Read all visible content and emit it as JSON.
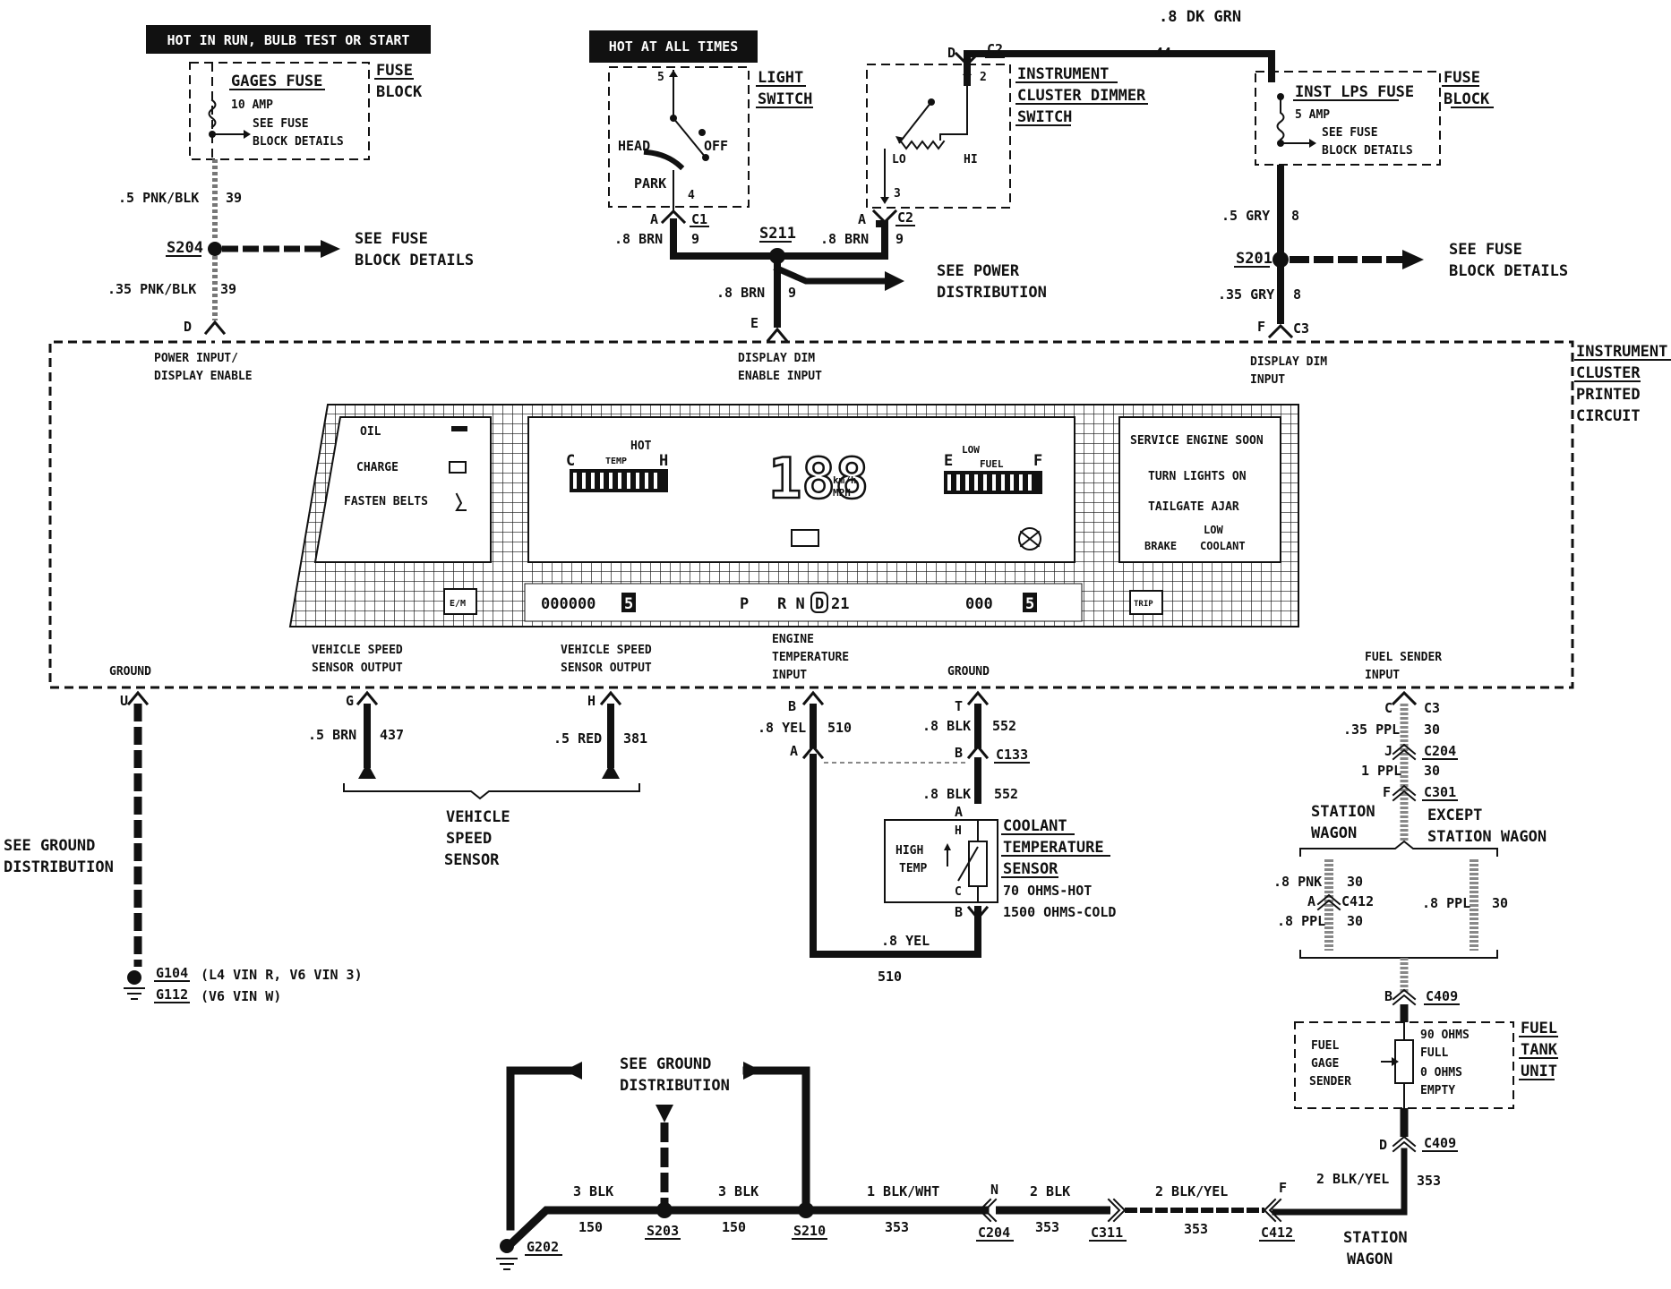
{
  "banners": {
    "hot_in_run": "HOT IN RUN, BULB TEST OR START",
    "hot_at_all_times": "HOT AT ALL TIMES"
  },
  "gages_fuse": {
    "title": "GAGES FUSE",
    "amp": "10 AMP",
    "see_fuse_1": "SEE FUSE",
    "see_fuse_2": "BLOCK DETAILS",
    "block_1": "FUSE",
    "block_2": "BLOCK",
    "wire_upper": ".5 PNK/BLK",
    "circuit_upper": "39",
    "splice": "S204",
    "wire_lower": ".35 PNK/BLK",
    "circuit_lower": "39",
    "pin": "D",
    "arrow_1": "SEE FUSE",
    "arrow_2": "BLOCK DETAILS"
  },
  "light_switch": {
    "title_1": "LIGHT",
    "title_2": "SWITCH",
    "head": "HEAD",
    "off": "OFF",
    "park": "PARK",
    "pin5": "5",
    "pin4": "4",
    "conn_pin": "A",
    "conn": "C1",
    "wire": ".8 BRN",
    "circuit": "9"
  },
  "splice_s211": {
    "name": "S211",
    "wire_down": ".8 BRN",
    "circuit_down": "9",
    "pin": "E",
    "arrow_1": "SEE POWER",
    "arrow_2": "DISTRIBUTION"
  },
  "dimmer": {
    "title_1": "INSTRUMENT",
    "title_2": "CLUSTER DIMMER",
    "title_3": "SWITCH",
    "lo": "LO",
    "hi": "HI",
    "pin2": "2",
    "pin3": "3",
    "conn_top_pin": "D",
    "conn_top": "C2",
    "conn_bot_pin": "A",
    "conn_bot": "C2",
    "wire": ".8 BRN",
    "circuit": "9"
  },
  "top_wire": {
    "label": ".8 DK GRN",
    "circuit": "44"
  },
  "inst_lps_fuse": {
    "title": "INST LPS FUSE",
    "amp": "5 AMP",
    "see_fuse_1": "SEE FUSE",
    "see_fuse_2": "BLOCK DETAILS",
    "block_1": "FUSE",
    "block_2": "BLOCK",
    "wire_upper": ".5 GRY",
    "circuit_upper": "8",
    "splice": "S201",
    "wire_lower": ".35 GRY",
    "circuit_lower": "8",
    "pin": "F",
    "conn": "C3",
    "arrow_1": "SEE FUSE",
    "arrow_2": "BLOCK DETAILS"
  },
  "cluster": {
    "title_1": "INSTRUMENT",
    "title_2": "CLUSTER",
    "title_3": "PRINTED",
    "title_4": "CIRCUIT",
    "power_1": "POWER INPUT/",
    "power_2": "DISPLAY ENABLE",
    "dim_en_1": "DISPLAY DIM",
    "dim_en_2": "ENABLE INPUT",
    "dim_1": "DISPLAY DIM",
    "dim_2": "INPUT",
    "ground_left": "GROUND",
    "vss_1": "VEHICLE SPEED",
    "vss_2": "SENSOR OUTPUT",
    "vss2_1": "VEHICLE SPEED",
    "vss2_2": "SENSOR OUTPUT",
    "eng_1": "ENGINE",
    "eng_2": "TEMPERATURE",
    "eng_3": "INPUT",
    "ground_mid": "GROUND",
    "fuel_1": "FUEL SENDER",
    "fuel_2": "INPUT"
  },
  "display_panel": {
    "oil": "OIL",
    "charge": "CHARGE",
    "fasten_belts": "FASTEN BELTS",
    "temp_c": "C",
    "temp_h": "H",
    "temp_hot": "HOT",
    "temp_label": "TEMP",
    "speed": "188",
    "kmh": "km/h",
    "mph": "MPH",
    "fuel_e": "E",
    "fuel_f": "F",
    "fuel_low": "LOW",
    "fuel_label": "FUEL",
    "service": "SERVICE ENGINE SOON",
    "turn_lights": "TURN LIGHTS ON",
    "tailgate": "TAILGATE AJAR",
    "low": "LOW",
    "brake": "BRAKE",
    "coolant": "COOLANT",
    "em_button": "E/M",
    "odometer": "000000",
    "odometer_last": "5",
    "gear_p": "P",
    "gear_rest": "R N",
    "gear_d": "D",
    "gear_21": "21",
    "trip": "000",
    "trip_last": "5",
    "trip_button": "TRIP"
  },
  "ground_bottom_left": {
    "pin": "U",
    "see_1": "SEE GROUND",
    "see_2": "DISTRIBUTION",
    "g104": "G104",
    "g104_desc": "(L4 VIN R, V6 VIN 3)",
    "g112": "G112",
    "g112_desc": "(V6 VIN W)"
  },
  "vss": {
    "pin_g": "G",
    "wire_g": ".5 BRN",
    "circuit_g": "437",
    "pin_h": "H",
    "wire_h": ".5 RED",
    "circuit_h": "381",
    "label_1": "VEHICLE",
    "label_2": "SPEED",
    "label_3": "SENSOR"
  },
  "coolant": {
    "pin_b": "B",
    "wire_b": ".8 YEL",
    "circuit_b": "510",
    "pin_a": "A",
    "pin_t": "T",
    "wire_t": ".8 BLK",
    "circuit_t": "552",
    "pin_bb": "B",
    "conn": "C133",
    "wire_t2": ".8 BLK",
    "circuit_t2": "552",
    "sensor_a": "A",
    "sensor_h": "H",
    "sensor_c": "C",
    "sensor_b": "B",
    "high_1": "HIGH",
    "high_2": "TEMP",
    "title_1": "COOLANT",
    "title_2": "TEMPERATURE",
    "title_3": "SENSOR",
    "spec_1": "70 OHMS-HOT",
    "spec_2": "1500 OHMS-COLD",
    "bottom_wire": ".8 YEL",
    "bottom_circuit": "510"
  },
  "fuel": {
    "pin_c": "C",
    "conn_c3": "C3",
    "wire_1": ".35 PPL",
    "circuit_1": "30",
    "pin_j": "J",
    "conn_c204": "C204",
    "wire_2": "1 PPL",
    "circuit_2": "30",
    "pin_f": "F",
    "conn_c301": "C301",
    "station_1": "STATION",
    "station_2": "WAGON",
    "except_1": "EXCEPT",
    "except_2": "STATION WAGON",
    "wire_pnk": ".8 PNK",
    "circuit_pnk": "30",
    "pin_a": "A",
    "conn_c412": "C412",
    "wire_ppl_l": ".8 PPL",
    "circuit_ppl_l": "30",
    "wire_ppl_r": ".8 PPL",
    "circuit_ppl_r": "30",
    "pin_b": "B",
    "conn_c409": "C409",
    "gage_1": "FUEL",
    "gage_2": "GAGE",
    "gage_3": "SENDER",
    "spec_1": "90 OHMS",
    "spec_2": "FULL",
    "spec_3": "0 OHMS",
    "spec_4": "EMPTY",
    "tank_1": "FUEL",
    "tank_2": "TANK",
    "tank_3": "UNIT",
    "pin_d": "D",
    "conn_c409b": "C409",
    "wire_out": "2 BLK/YEL",
    "circuit_out": "353",
    "station_b1": "STATION",
    "station_b2": "WAGON"
  },
  "bottom_ground": {
    "see_1": "SEE GROUND",
    "see_2": "DISTRIBUTION",
    "g202": "G202",
    "wire_1": "3 BLK",
    "circuit_1": "150",
    "s203": "S203",
    "wire_2": "3 BLK",
    "circuit_2": "150",
    "s210": "S210",
    "wire_3": "1 BLK/WHT",
    "circuit_3": "353",
    "pin_n": "N",
    "c204": "C204",
    "wire_4": "2 BLK",
    "circuit_4": "353",
    "c311": "C311",
    "wire_5": "2 BLK/YEL",
    "circuit_5": "353",
    "pin_f": "F",
    "c412": "C412"
  }
}
